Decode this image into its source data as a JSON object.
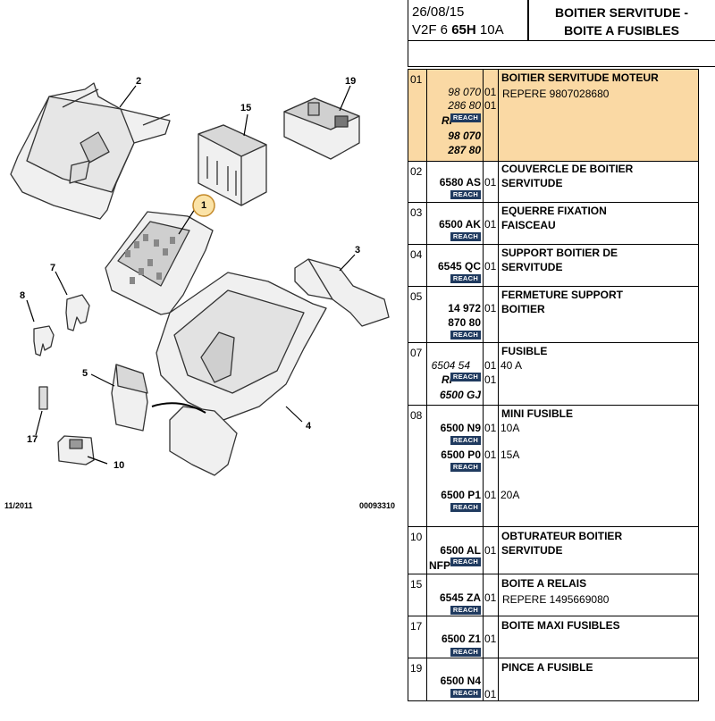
{
  "header": {
    "date": "26/08/15",
    "model_prefix": "V2F 6",
    "model_bold": "65H",
    "model_suffix": "10A",
    "title_line1": "BOITIER SERVITUDE -",
    "title_line2": "BOITE A FUSIBLES"
  },
  "diagram": {
    "callouts": [
      "1",
      "2",
      "3",
      "4",
      "5",
      "7",
      "8",
      "10",
      "15",
      "17",
      "19"
    ],
    "footer_date": "11/2011",
    "footer_ref": "00093310"
  },
  "reach_label": "REACH",
  "rows": [
    {
      "index": "01",
      "refs": [
        "98 070",
        "286 80",
        "RF",
        "98 070",
        "287 80"
      ],
      "qty": [
        "01",
        "01"
      ],
      "designation": "BOITIER SERVITUDE MOTEUR",
      "sub": "REPERE 9807028680"
    },
    {
      "index": "02",
      "refs": [
        "6580 AS"
      ],
      "qty": [
        "01"
      ],
      "designation_l1": "COUVERCLE DE BOITIER",
      "designation_l2": "SERVITUDE"
    },
    {
      "index": "03",
      "refs": [
        "6500 AK"
      ],
      "qty": [
        "01"
      ],
      "designation_l1": "EQUERRE FIXATION",
      "designation_l2": "FAISCEAU"
    },
    {
      "index": "04",
      "refs": [
        "6545 QC"
      ],
      "qty": [
        "01"
      ],
      "designation_l1": "SUPPORT BOITIER DE",
      "designation_l2": "SERVITUDE"
    },
    {
      "index": "05",
      "refs": [
        "14 972",
        "870 80"
      ],
      "qty": [
        "01"
      ],
      "designation_l1": "FERMETURE SUPPORT",
      "designation_l2": "BOITIER"
    },
    {
      "index": "07",
      "refs": [
        "6504 54",
        "RF",
        "6500 GJ"
      ],
      "qty": [
        "01",
        "01"
      ],
      "designation": "FUSIBLE",
      "sub": "40 A"
    },
    {
      "index": "08",
      "refs": [
        "6500 N9",
        "6500 P0",
        "6500 P1"
      ],
      "qty": [
        "01",
        "01",
        "01"
      ],
      "designation": "MINI FUSIBLE",
      "subs": [
        "10A",
        "15A",
        "20A"
      ]
    },
    {
      "index": "10",
      "refs": [
        "6500 AL",
        "NFP"
      ],
      "qty": [
        "01"
      ],
      "designation_l1": "OBTURATEUR BOITIER",
      "designation_l2": "SERVITUDE"
    },
    {
      "index": "15",
      "refs": [
        "6545 ZA"
      ],
      "qty": [
        "01"
      ],
      "designation": "BOITE A RELAIS",
      "sub": "REPERE 1495669080"
    },
    {
      "index": "17",
      "refs": [
        "6500 Z1"
      ],
      "qty": [
        "01"
      ],
      "designation": "BOITE MAXI FUSIBLES"
    },
    {
      "index": "19",
      "refs": [
        "6500 N4"
      ],
      "qty": [
        "01"
      ],
      "designation": "PINCE A FUSIBLE"
    }
  ]
}
